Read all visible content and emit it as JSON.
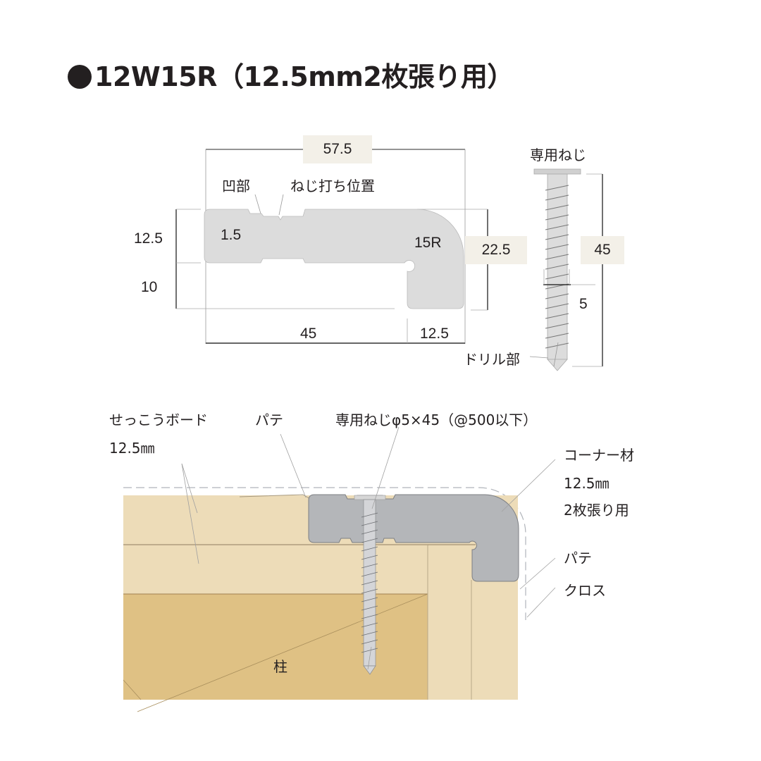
{
  "title": "12W15R（12.5mm2枚張り用）",
  "profile_diagram": {
    "overall_width": "57.5",
    "labels": {
      "recess": "凹部",
      "screw_position": "ねじ打ち位置",
      "recess_depth": "1.5",
      "radius": "15R"
    },
    "dimensions": {
      "upper_height": "12.5",
      "lower_height": "10",
      "total_height": "22.5",
      "base_width": "45",
      "leg_width": "12.5"
    }
  },
  "screw_diagram": {
    "label": "専用ねじ",
    "length": "45",
    "drill_length": "5",
    "drill_label": "ドリル部"
  },
  "installation_diagram": {
    "labels": {
      "gypsum_board": "せっこうボード",
      "gypsum_thickness": "12.5㎜",
      "putty_top": "パテ",
      "screw_spec": "専用ねじφ5×45（@500以下）",
      "corner_material": "コーナー材",
      "corner_thickness": "12.5㎜",
      "corner_usage": "2枚張り用",
      "putty_side": "パテ",
      "cloth": "クロス",
      "pillar": "柱"
    }
  },
  "colors": {
    "profile_fill": "#dcdcdc",
    "corner_fill": "#b4b6b9",
    "board": "#eddcb8",
    "pillar": "#dfc184",
    "tag_bg": "#f3f0e8",
    "text": "#231f20"
  }
}
